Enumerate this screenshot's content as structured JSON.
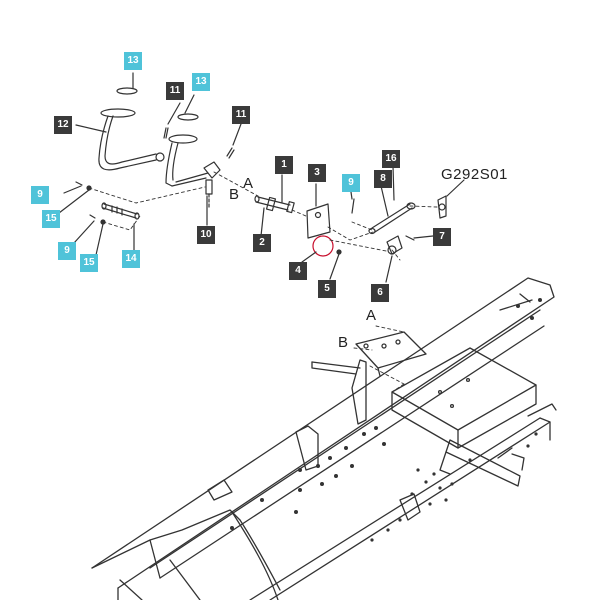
{
  "diagram_code": "G292S01",
  "callouts": {
    "c1": "1",
    "c2": "2",
    "c3": "3",
    "c4": "4",
    "c5": "5",
    "c6": "6",
    "c7": "7",
    "c8": "8",
    "c9a": "9",
    "c9b": "9",
    "c9c": "9",
    "c10": "10",
    "c11a": "11",
    "c11b": "11",
    "c12": "12",
    "c13a": "13",
    "c13b": "13",
    "c14": "14",
    "c15a": "15",
    "c15b": "15",
    "c16": "16"
  },
  "letters": {
    "upper_a": "A",
    "upper_b": "B",
    "lower_a": "A",
    "lower_b": "B"
  },
  "colors": {
    "dark_callout": "#3a3a3a",
    "cyan_callout": "#4fc3d9",
    "line": "#333333"
  }
}
